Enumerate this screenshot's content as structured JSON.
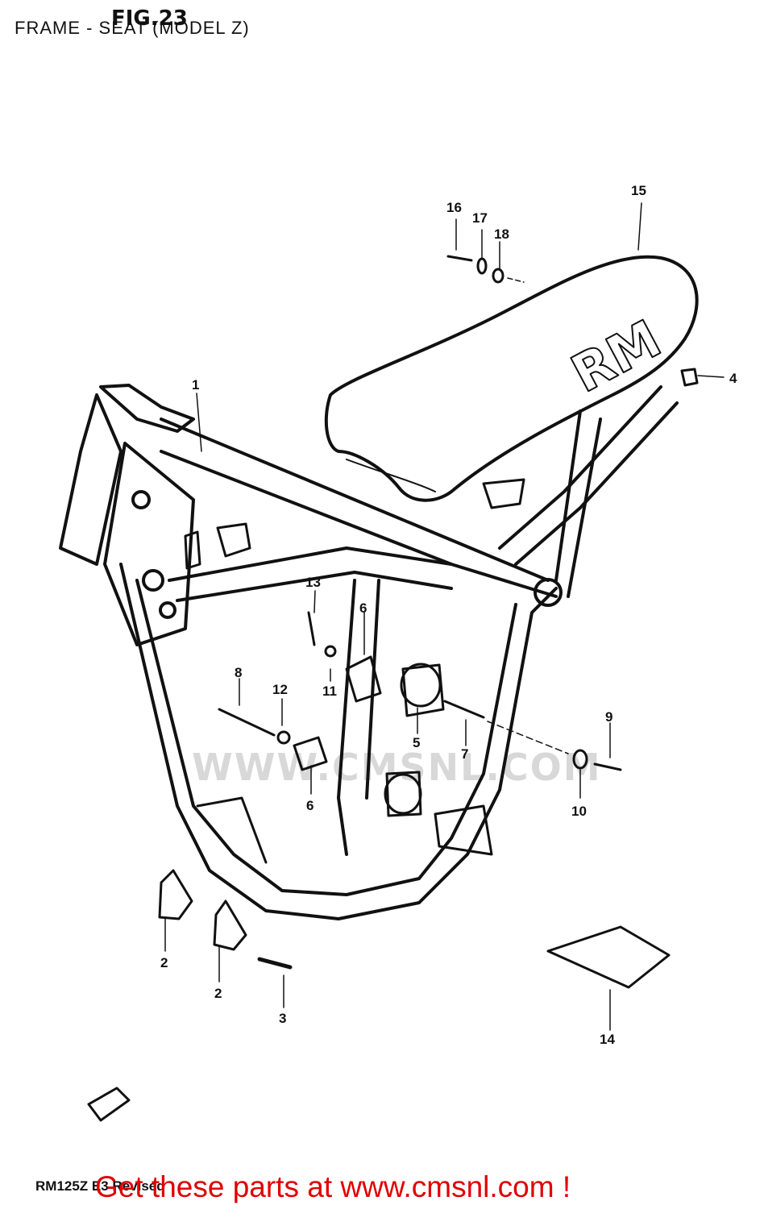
{
  "header": {
    "title": "FRAME - SEAT (MODEL Z)",
    "figure": "FIG.23"
  },
  "watermark": "WWW.CMSNL.COM",
  "seat_logo": "RM",
  "callouts": [
    "1",
    "2",
    "2",
    "3",
    "4",
    "5",
    "6",
    "6",
    "7",
    "8",
    "9",
    "10",
    "11",
    "12",
    "13",
    "14",
    "15",
    "16",
    "17",
    "18"
  ],
  "footer": {
    "model_note": "RM125Z E3 Revised",
    "promo_link": "Get these parts at www.cmsnl.com !"
  },
  "colors": {
    "line": "#111111",
    "promo": "#e00000",
    "watermark": "#d8d8d8"
  }
}
